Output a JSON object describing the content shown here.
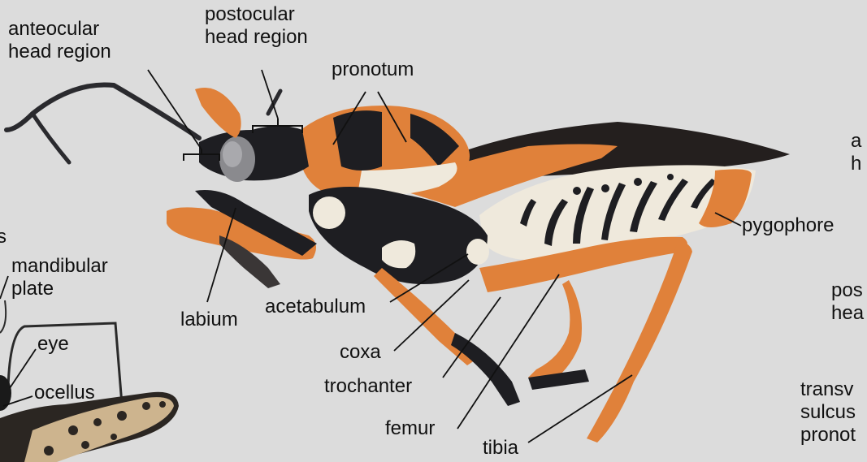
{
  "labels": {
    "anteocular": [
      "anteocular",
      "head region"
    ],
    "postocular": [
      "postocular",
      "head region"
    ],
    "pronotum": "pronotum",
    "labium": "labium",
    "acetabulum": "acetabulum",
    "coxa": "coxa",
    "trochanter": "trochanter",
    "femur": "femur",
    "tibia": "tibia",
    "pygophore": "pygophore",
    "mandibular_plate": [
      "mandibular",
      "plate"
    ],
    "eye": "eye",
    "ocellus": "ocellus",
    "left_fragment": "s",
    "right_fragment_a": [
      "a",
      "h"
    ],
    "right_fragment_b": [
      "pos",
      "hea"
    ],
    "right_fragment_c": [
      "transv",
      "sulcus",
      "pronot"
    ]
  },
  "colors": {
    "background": "#dcdcdc",
    "insect_orange": "#e0813a",
    "insect_black": "#1e1e22",
    "insect_cream": "#efe9dc",
    "leader_line": "#111111"
  }
}
